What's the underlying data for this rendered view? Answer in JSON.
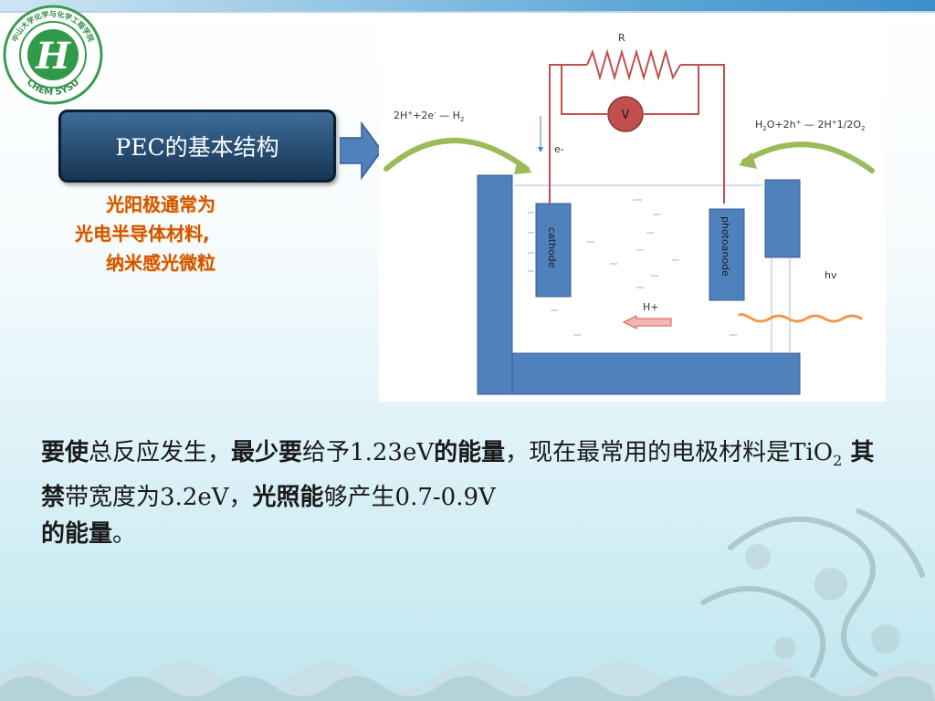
{
  "logo": {
    "monogram": "H",
    "top_text": "中山大学化学与化学工程学院",
    "bottom_text": "CHEM SYSU"
  },
  "title": "PEC的基本结构",
  "subtitle": {
    "lines": [
      "光阳极通常为",
      "光电半导体材料,",
      "纳米感光微粒"
    ]
  },
  "diagram": {
    "resistor_label": "R",
    "voltmeter_label": "V",
    "electron_label": "e-",
    "left_reaction": {
      "main": "2H",
      "sup1": "+",
      "mid": "+2e",
      "sup2": "-",
      "rest": " — H",
      "sub": "2"
    },
    "right_reaction": {
      "p1": "H",
      "s1": "2",
      "p2": "O+2h",
      "sup1": "+",
      "p3": " — 2H",
      "sup2": "+",
      "p4": "1/2O",
      "s2": "2"
    },
    "cathode_label": "cathode",
    "photoanode_label": "photoanode",
    "proton_label": "H+",
    "light_label": "hv"
  },
  "body": {
    "seg1_bold": "要使",
    "seg2": "总反应发生，",
    "seg3_bold": "最少要",
    "seg4": "给予1.23eV",
    "seg5_bold": "的能量",
    "seg6": "，现在最常用的电极材料是TiO",
    "seg6_sub": "2",
    "seg7_bold": " 其禁",
    "seg8": "带宽度为3.2eV，",
    "seg9_bold": "光照能",
    "seg10": "够产生0.7-0.9V",
    "seg11_bold": "的能量",
    "seg12": "。"
  },
  "colors": {
    "title_box": "#2a5379",
    "subtitle_orange": "#d35400",
    "electrode_blue": "#4f81bd",
    "wire_red": "#c0504d",
    "green_arrow": "#9bbb59",
    "light_orange": "#f79646"
  }
}
